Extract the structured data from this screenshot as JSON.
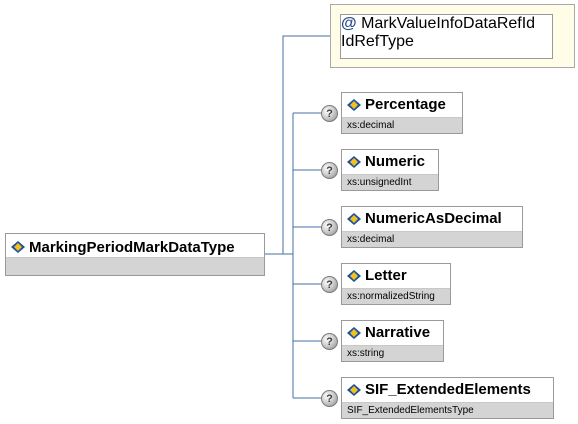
{
  "root": {
    "name": "MarkingPeriodMarkDataType"
  },
  "attribute": {
    "name": "MarkValueInfoDataRefId",
    "type": "IdRefType",
    "icon": "at-icon"
  },
  "elements": [
    {
      "name": "Percentage",
      "type": "xs:decimal"
    },
    {
      "name": "Numeric",
      "type": "xs:unsignedInt"
    },
    {
      "name": "NumericAsDecimal",
      "type": "xs:decimal"
    },
    {
      "name": "Letter",
      "type": "xs:normalizedString"
    },
    {
      "name": "Narrative",
      "type": "xs:string"
    },
    {
      "name": "SIF_ExtendedElements",
      "type": "SIF_ExtendedElementsType"
    }
  ],
  "optional_marker": "?",
  "colors": {
    "connector": "#4a6fa5",
    "attribute_bg": "#fffce8",
    "type_bar": "#d4d4d4",
    "element_icon_blue": "#1c4fa0",
    "element_icon_yellow": "#f2c21a"
  }
}
